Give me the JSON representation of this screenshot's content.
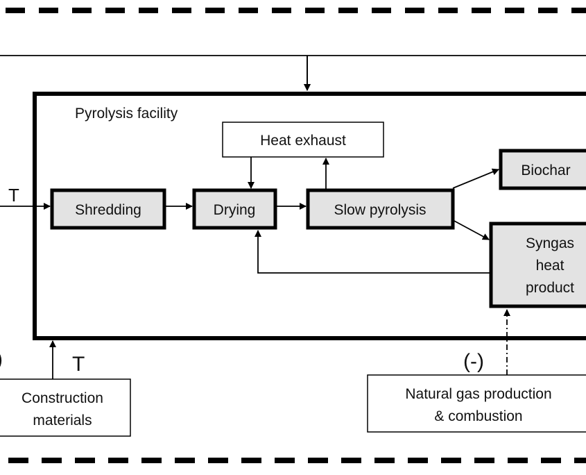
{
  "diagram": {
    "facility_label": "Pyrolysis facility",
    "nodes": {
      "heat_exhaust": "Heat exhaust",
      "shredding": "Shredding",
      "drying": "Drying",
      "slow_pyrolysis": "Slow pyrolysis",
      "biochar": "Biochar",
      "syngas": [
        "Syngas",
        "heat",
        "product"
      ],
      "construction": [
        "Construction",
        "materials"
      ],
      "natural_gas": [
        "Natural gas production",
        "& combustion"
      ]
    },
    "edge_labels": {
      "input_transport": "T",
      "construction_transport": "T",
      "natural_gas_avoided": "(-)",
      "partial_left": ")"
    },
    "colors": {
      "process_fill": "#e3e3e3",
      "stroke": "#000000"
    }
  }
}
